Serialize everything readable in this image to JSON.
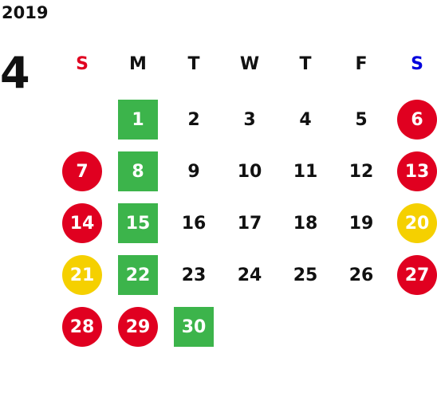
{
  "year": "2019",
  "month": "4",
  "weekdays": [
    {
      "label": "S",
      "color": "#e00020"
    },
    {
      "label": "M",
      "color": "#111111"
    },
    {
      "label": "T",
      "color": "#111111"
    },
    {
      "label": "W",
      "color": "#111111"
    },
    {
      "label": "T",
      "color": "#111111"
    },
    {
      "label": "F",
      "color": "#111111"
    },
    {
      "label": "S",
      "color": "#0000dd"
    }
  ],
  "colors": {
    "sunday_red": "#e00020",
    "monday_green": "#3cb44b",
    "holiday_yellow": "#f5d000",
    "text": "#111111"
  },
  "days": [
    {
      "label": "1",
      "style": "square",
      "color": "#3cb44b"
    },
    {
      "label": "2",
      "style": "plain"
    },
    {
      "label": "3",
      "style": "plain"
    },
    {
      "label": "4",
      "style": "plain"
    },
    {
      "label": "5",
      "style": "plain"
    },
    {
      "label": "6",
      "style": "circle",
      "color": "#e00020"
    },
    {
      "label": "7",
      "style": "circle",
      "color": "#e00020"
    },
    {
      "label": "8",
      "style": "square",
      "color": "#3cb44b"
    },
    {
      "label": "9",
      "style": "plain"
    },
    {
      "label": "10",
      "style": "plain"
    },
    {
      "label": "11",
      "style": "plain"
    },
    {
      "label": "12",
      "style": "plain"
    },
    {
      "label": "13",
      "style": "circle",
      "color": "#e00020"
    },
    {
      "label": "14",
      "style": "circle",
      "color": "#e00020"
    },
    {
      "label": "15",
      "style": "square",
      "color": "#3cb44b"
    },
    {
      "label": "16",
      "style": "plain"
    },
    {
      "label": "17",
      "style": "plain"
    },
    {
      "label": "18",
      "style": "plain"
    },
    {
      "label": "19",
      "style": "plain"
    },
    {
      "label": "20",
      "style": "circle",
      "color": "#f5d000"
    },
    {
      "label": "21",
      "style": "circle",
      "color": "#f5d000"
    },
    {
      "label": "22",
      "style": "square",
      "color": "#3cb44b"
    },
    {
      "label": "23",
      "style": "plain"
    },
    {
      "label": "24",
      "style": "plain"
    },
    {
      "label": "25",
      "style": "plain"
    },
    {
      "label": "26",
      "style": "plain"
    },
    {
      "label": "27",
      "style": "circle",
      "color": "#e00020"
    },
    {
      "label": "28",
      "style": "circle",
      "color": "#e00020"
    },
    {
      "label": "29",
      "style": "circle",
      "color": "#e00020"
    },
    {
      "label": "30",
      "style": "square",
      "color": "#3cb44b"
    }
  ]
}
